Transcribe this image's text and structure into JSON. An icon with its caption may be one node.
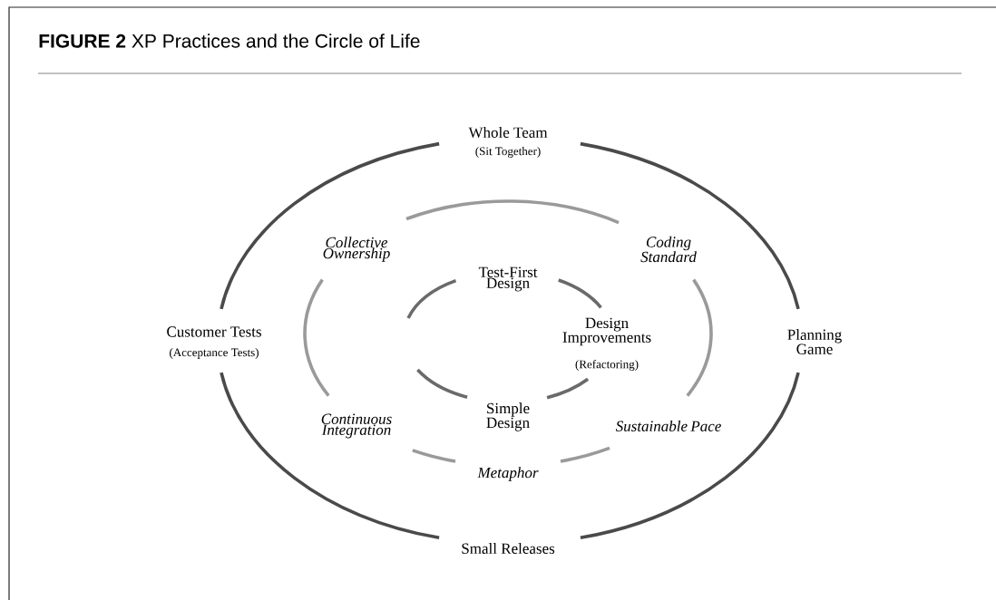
{
  "diagram": {
    "title": "**FIGURE 2** XP Practices and the Circle of Life",
    "labels": [
      "Whole Team",
      "(Sit Together)",
      "Collective Ownership",
      "Coding Standard",
      "Test-First Design",
      "Customer Tests",
      "(Acceptance Tests)",
      "Design Improvements",
      "(Refactoring)",
      "Planning Game",
      "Continuous Integration",
      "Simple Design",
      "Sustainable Pace",
      "Metaphor",
      "Small Releases"
    ]
  }
}
